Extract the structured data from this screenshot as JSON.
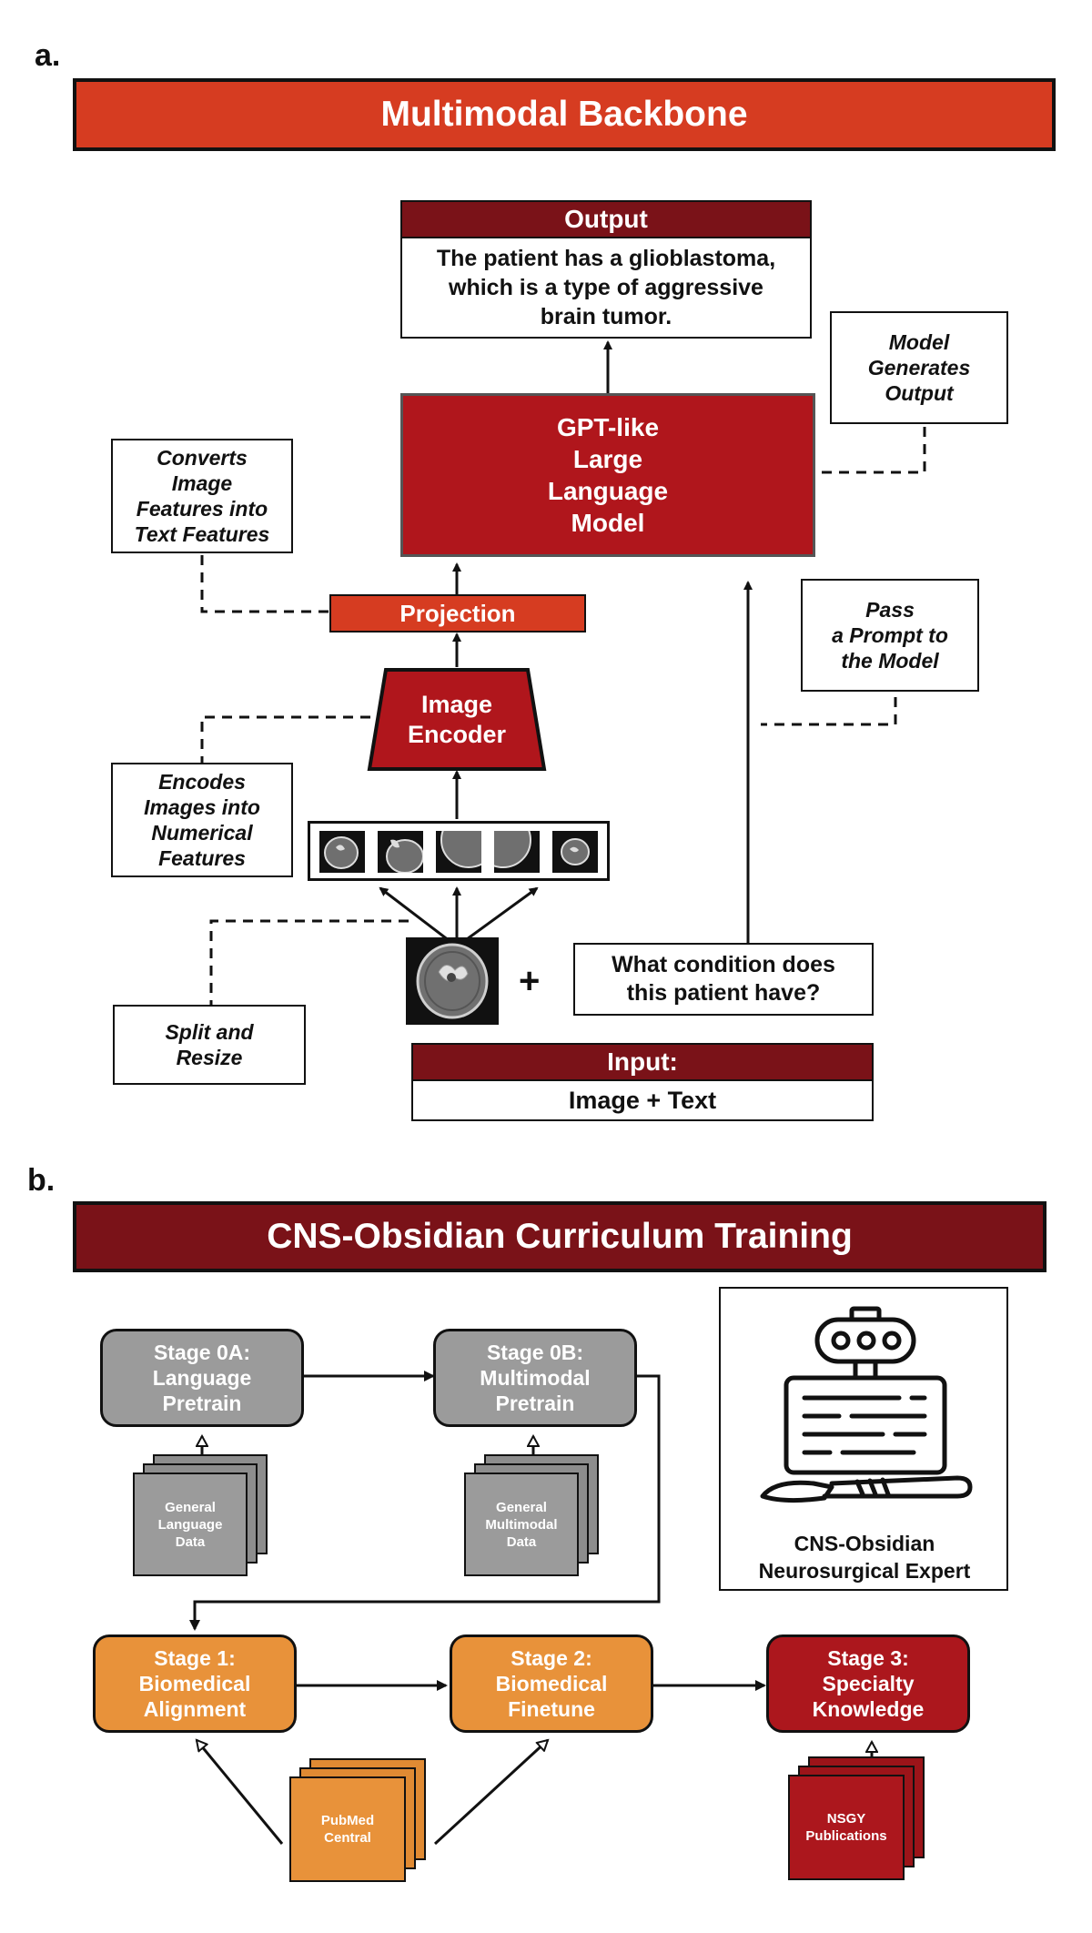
{
  "panel_a": {
    "label": "a.",
    "banner": "Multimodal Backbone",
    "output_header": "Output",
    "output_text": "The patient has a glioblastoma,\nwhich is a type of aggressive\nbrain tumor.",
    "llm_label": "GPT-like\nLarge\nLanguage\nModel",
    "projection_label": "Projection",
    "encoder_label": "Image\nEncoder",
    "question_text": "What condition does\nthis patient have?",
    "plus": "+",
    "input_header": "Input:",
    "input_text": "Image + Text",
    "notes": {
      "model_generates": "Model\nGenerates\nOutput",
      "converts": "Converts\nImage\nFeatures into\nText Features",
      "pass_prompt": "Pass\na Prompt to\nthe Model",
      "encodes": "Encodes\nImages into\nNumerical\nFeatures",
      "split_resize": "Split and\nResize"
    }
  },
  "panel_b": {
    "label": "b.",
    "banner": "CNS-Obsidian Curriculum Training",
    "stages": {
      "s0a": "Stage 0A:\nLanguage\nPretrain",
      "s0b": "Stage 0B:\nMultimodal\nPretrain",
      "s1": "Stage 1:\nBiomedical\nAlignment",
      "s2": "Stage 2:\nBiomedical\nFinetune",
      "s3": "Stage 3:\nSpecialty\nKnowledge"
    },
    "data": {
      "general_language": "General\nLanguage\nData",
      "general_multimodal": "General\nMultimodal\nData",
      "pubmed": "PubMed\nCentral",
      "nsgy": "NSGY\nPublications"
    },
    "expert_label": "CNS-Obsidian\nNeurosurgical Expert"
  },
  "colors": {
    "banner_a": "#d63c21",
    "banner_b": "#7a1218",
    "llm": "#b0161c",
    "stage_gray": "#9b9b9b",
    "stage_orange": "#e8923a",
    "stage_red": "#ac171d"
  }
}
